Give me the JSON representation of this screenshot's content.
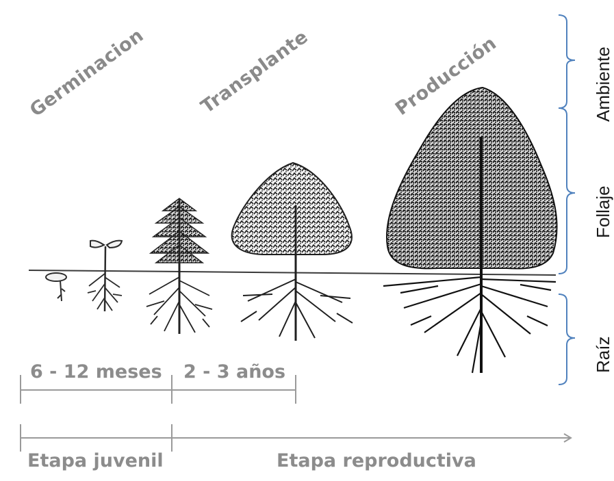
{
  "stage_labels": {
    "germination": "Germinacion",
    "transplant": "Transplante",
    "production": "Producción"
  },
  "side_labels": {
    "environment": "Ambiente",
    "foliage": "Follaje",
    "root": "Raíz"
  },
  "durations": {
    "juvenile": "6 - 12 meses",
    "transplant": "2 - 3 años"
  },
  "phases": {
    "juvenile": "Etapa juvenil",
    "reproductive": "Etapa reproductiva"
  },
  "colors": {
    "bracket": "#4f81bd",
    "drawing": "#2b2b2b",
    "label_gray": "#8a8a8a"
  }
}
